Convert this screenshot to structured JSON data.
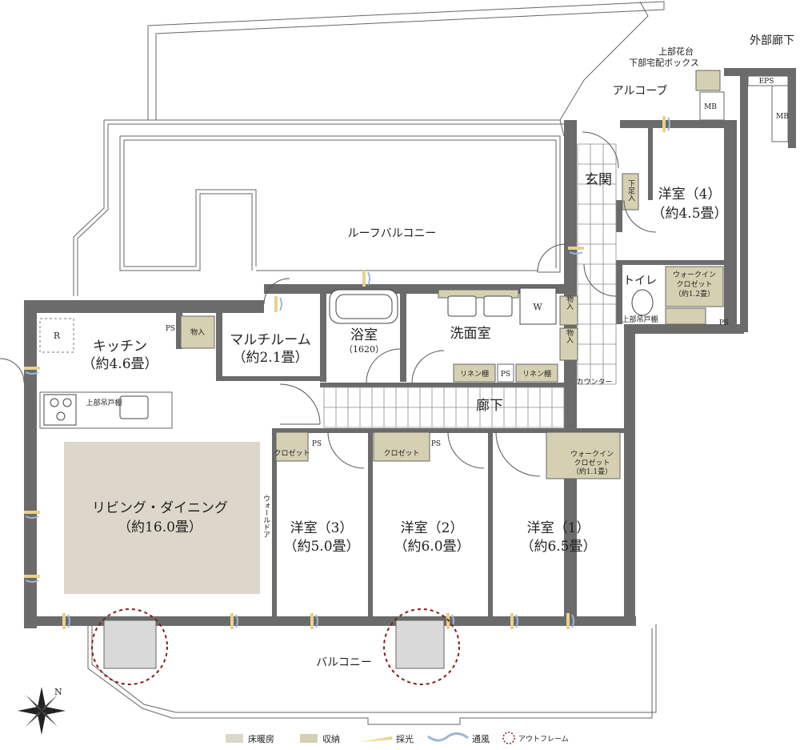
{
  "rooms": {
    "outer_corridor": "外部廊下",
    "flower_bed": "上部花台",
    "delivery_box": "下部宅配ボックス",
    "alcove": "アルコーブ",
    "eps": "EPS",
    "mb1": "MB",
    "mb2": "MB",
    "entrance": "玄関",
    "shoe_box": "下足入",
    "bedroom4_name": "洋室（4）",
    "bedroom4_size": "（約4.5畳）",
    "roof_balcony": "ルーフバルコニー",
    "toilet": "トイレ",
    "walkin4_name": "ウォークイン",
    "walkin4_type": "クロゼット",
    "walkin4_size": "（約1.2畳）",
    "upper_shelf_toilet": "上部吊戸棚",
    "ps_toilet": "PS",
    "kitchen_name": "キッチン",
    "kitchen_size": "（約4.6畳）",
    "fridge": "R",
    "ps_kitchen": "PS",
    "storage_kitchen": "物入",
    "multi_name": "マルチルーム",
    "multi_size": "（約2.1畳）",
    "bath_name": "浴室",
    "bath_size": "（1620）",
    "wash_name": "洗面室",
    "washer": "W",
    "storage_wash1": "物入",
    "storage_wash2": "物入",
    "linen1": "リネン棚",
    "linen2": "リネン棚",
    "ps_wash": "PS",
    "counter": "カウンター",
    "upper_shelf_kitchen": "上部吊戸棚",
    "hallway": "廊下",
    "closet3": "クロゼット",
    "ps3": "PS",
    "closet2": "クロゼット",
    "ps2": "PS",
    "walkin1_name": "ウォークイン",
    "walkin1_type": "クロゼット",
    "walkin1_size": "（約1.1畳）",
    "living_name": "リビング・ダイニング",
    "living_size": "（約16.0畳）",
    "wall_door": "ウォールドア",
    "bedroom3_name": "洋室（3）",
    "bedroom3_size": "（約5.0畳）",
    "bedroom2_name": "洋室（2）",
    "bedroom2_size": "（約6.0畳）",
    "bedroom1_name": "洋室（1）",
    "bedroom1_size": "（約6.5畳）",
    "balcony": "バルコニー",
    "compass": "N"
  },
  "legend": {
    "floor_heating": "床暖房",
    "storage": "収納",
    "lighting": "採光",
    "ventilation": "通風",
    "outframe": "アウトフレーム"
  },
  "colors": {
    "floor_heating": "#ddd7cb",
    "storage": "#d6d0b2",
    "lighting": "#e8d28a",
    "ventilation": "#9fb6d6",
    "outframe": "#8b1a1a",
    "wall": "#6b6b6b",
    "pillar": "#d9d9d9"
  }
}
